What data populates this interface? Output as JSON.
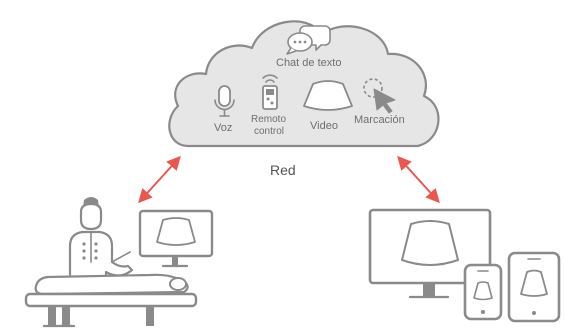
{
  "cloud": {
    "features": {
      "chat": "Chat de texto",
      "voice": "Voz",
      "remote_line1": "Remoto",
      "remote_line2": "control",
      "video": "Video",
      "marking": "Marcación"
    }
  },
  "network_label": "Red",
  "colors": {
    "cloud_fill": "#e6e6e6",
    "cloud_stroke": "#8a8a8a",
    "line": "#8a8a8a",
    "arrow": "#e8584f",
    "label": "#6f6f6f"
  },
  "icons": {
    "chat": "chat-bubbles-icon",
    "voice": "microphone-icon",
    "remote": "remote-control-icon",
    "video": "ultrasound-fan-icon",
    "marking": "cursor-marker-icon",
    "clinic": "doctor-patient-ultrasound-icon",
    "remote_site": "monitor-tablet-phone-icon"
  }
}
